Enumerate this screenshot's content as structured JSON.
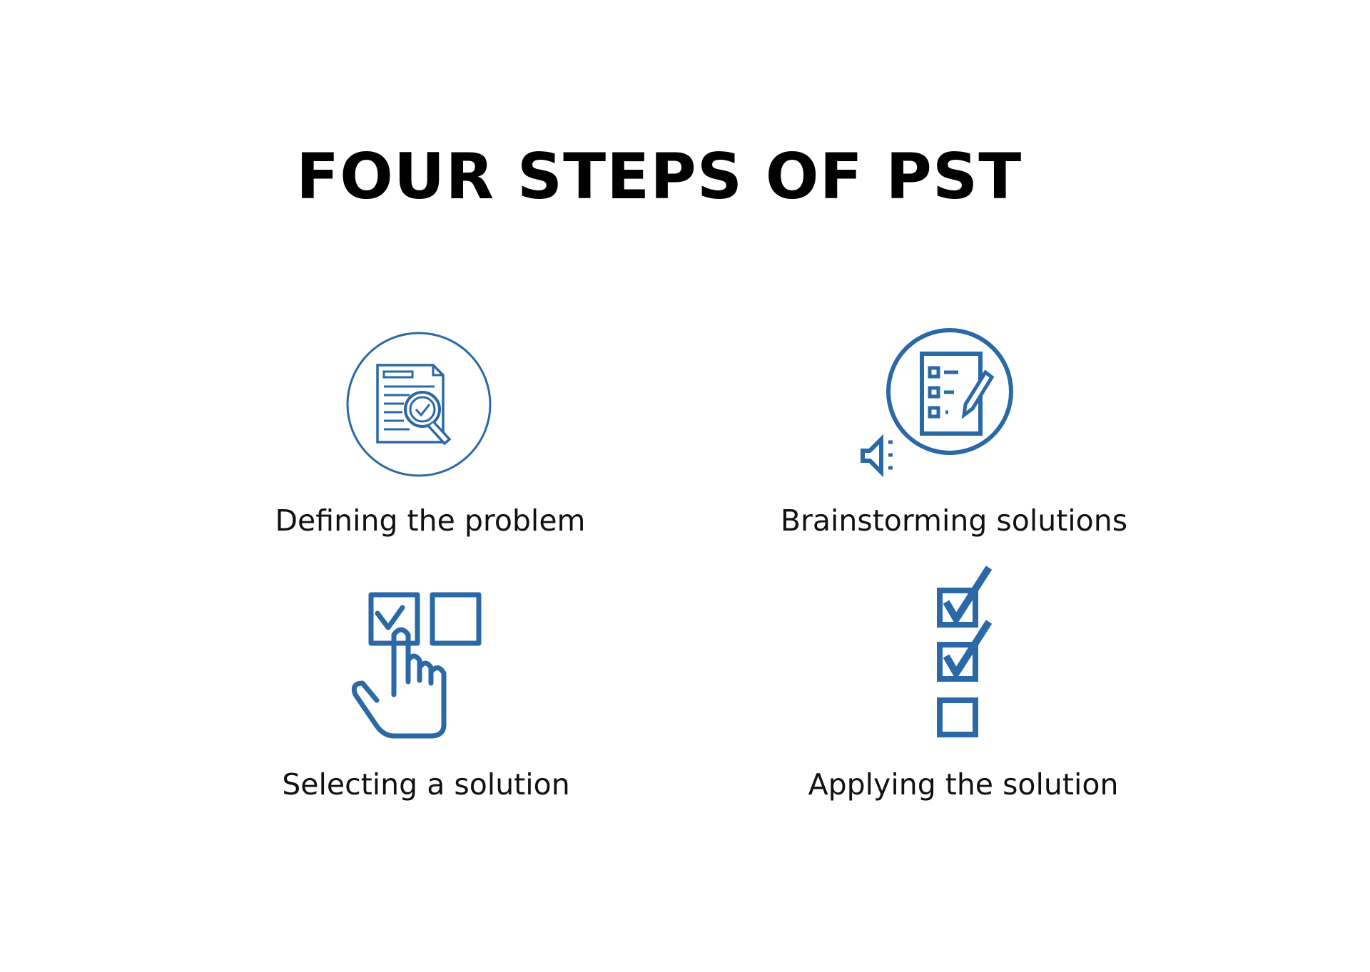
{
  "title": "FOUR STEPS OF PST",
  "accent_color": "#2a69a5",
  "steps": [
    {
      "label": "Defining the problem",
      "icon": "document-magnifier-icon"
    },
    {
      "label": "Brainstorming solutions",
      "icon": "checklist-pencil-speaker-icon"
    },
    {
      "label": "Selecting a solution",
      "icon": "hand-pointing-checkbox-icon"
    },
    {
      "label": "Applying the solution",
      "icon": "checklist-icon"
    }
  ]
}
